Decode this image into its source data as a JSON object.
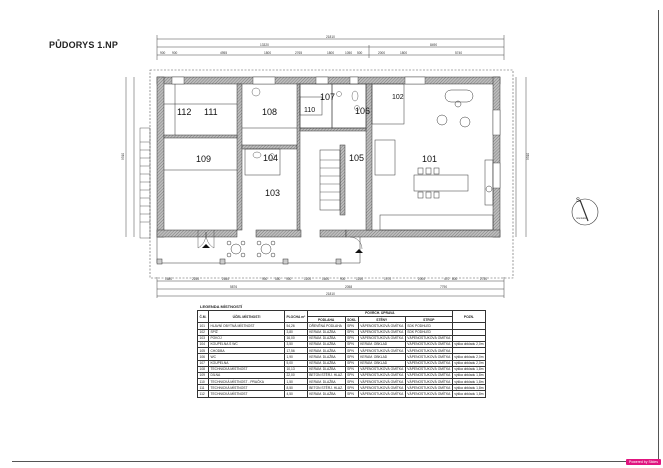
{
  "title": "PŮDORYS 1.NP",
  "dimensions": {
    "top_total": "21810",
    "top_left": "13320",
    "top_right": "8490",
    "top_segments": [
      "900",
      "900",
      "4955",
      "1800",
      "2765",
      "1800",
      "1050",
      "500",
      "2000",
      "1800",
      "5740"
    ],
    "bottom_total": "21810",
    "bottom_segments": [
      "1680",
      "2250",
      "2640",
      "900",
      "550",
      "900",
      "1200",
      "1600",
      "900",
      "1250",
      "1970",
      "2000",
      "470",
      "800",
      "2750"
    ],
    "bottom_sub": [
      "5876",
      "2058",
      "7790"
    ],
    "left_total": "9310",
    "right_total": "9310"
  },
  "rooms": [
    {
      "num": "101",
      "label": "101"
    },
    {
      "num": "102",
      "label": "102"
    },
    {
      "num": "103",
      "label": "103"
    },
    {
      "num": "104",
      "label": "104"
    },
    {
      "num": "105",
      "label": "105"
    },
    {
      "num": "106",
      "label": "106"
    },
    {
      "num": "107",
      "label": "107"
    },
    {
      "num": "108",
      "label": "108"
    },
    {
      "num": "109",
      "label": "109"
    },
    {
      "num": "110",
      "label": "110"
    },
    {
      "num": "111",
      "label": "111"
    },
    {
      "num": "112",
      "label": "112"
    }
  ],
  "orientation_label": "orientation",
  "legend": {
    "title": "LEGENDA MÍSTNOSTÍ",
    "headers": {
      "cislo": "Č.M.",
      "ucel": "ÚČEL MÍSTNOSTI",
      "plocha": "PLOCHA m²",
      "povrch": "POVRCH. ÚPRAVA",
      "podlaha": "PODLAHA",
      "sokl": "SOKL",
      "steny": "STĚNY",
      "strop": "STROP",
      "pozn": "POZN."
    },
    "rows": [
      {
        "c": "101",
        "u": "HLAVNÍ OBYTNÁ MÍSTNOST",
        "p": "54,26",
        "pod": "DŘEVĚNÁ PODLAHA",
        "s": "SPN",
        "st": "VÁPENOSTUKOVÁ OMÍTKA",
        "str": "SDK PODHLED",
        "pz": ""
      },
      {
        "c": "102",
        "u": "SPÍŽ",
        "p": "3,80",
        "pod": "KERAM. DLAŽBA",
        "s": "SPN",
        "st": "VÁPENOSTUKOVÁ OMÍTKA",
        "str": "SDK PODHLED",
        "pz": ""
      },
      {
        "c": "103",
        "u": "POKOJ",
        "p": "16,00",
        "pod": "KERAM. DLAŽBA",
        "s": "SPN",
        "st": "VÁPENOSTUKOVÁ OMÍTKA",
        "str": "VÁPENOSTUKOVÁ OMÍTKA",
        "pz": ""
      },
      {
        "c": "104",
        "u": "KOUPELNA S WC",
        "p": "3,50",
        "pod": "KERAM. DLAŽBA",
        "s": "SPN",
        "st": "KERAM. OBKLAD",
        "str": "VÁPENOSTUKOVÁ OMÍTKA",
        "pz": "výška obkladu 2,0m"
      },
      {
        "c": "105",
        "u": "CHODBA",
        "p": "17,56",
        "pod": "KERAM. DLAŽBA",
        "s": "SPN",
        "st": "VÁPENOSTUKOVÁ OMÍTKA",
        "str": "VÁPENOSTUKOVÁ OMÍTKA",
        "pz": ""
      },
      {
        "c": "106",
        "u": "WC",
        "p": "1,90",
        "pod": "KERAM. DLAŽBA",
        "s": "SPN",
        "st": "KERAM. OBKLAD",
        "str": "VÁPENOSTUKOVÁ OMÍTKA",
        "pz": "výška obkladu 2,0m"
      },
      {
        "c": "107",
        "u": "KOUPELNA",
        "p": "5,00",
        "pod": "KERAM. DLAŽBA",
        "s": "SPN",
        "st": "KERAM. OBKLAD",
        "str": "VÁPENOSTUKOVÁ OMÍTKA",
        "pz": "výška obkladu 2,0m"
      },
      {
        "c": "108",
        "u": "TECHNICKÁ MÍSTNOST",
        "p": "10,13",
        "pod": "KERAM. DLAŽBA",
        "s": "SPN",
        "st": "VÁPENOSTUKOVÁ OMÍTKA",
        "str": "VÁPENOSTUKOVÁ OMÍTKA",
        "pz": "výška obkladu 1,8m"
      },
      {
        "c": "109",
        "u": "DÍLNA",
        "p": "22,00",
        "pod": "BETON STĚRJ. HLAZ.",
        "s": "SPN",
        "st": "VÁPENOSTUKOVÁ OMÍTKA",
        "str": "VÁPENOSTUKOVÁ OMÍTKA",
        "pz": "výška obkladu 1,8m"
      },
      {
        "c": "110",
        "u": "TECHNICKÁ MÍSTNOST - PRAČKA",
        "p": "1,50",
        "pod": "KERAM. DLAŽBA",
        "s": "SPN",
        "st": "VÁPENOSTUKOVÁ OMÍTKA",
        "str": "VÁPENOSTUKOVÁ OMÍTKA",
        "pz": "výška obkladu 1,8m"
      },
      {
        "c": "111",
        "u": "TECHNICKÁ MÍSTNOST",
        "p": "8,50",
        "pod": "BETON STĚRJ. HLAZ.",
        "s": "SPN",
        "st": "VÁPENOSTUKOVÁ OMÍTKA",
        "str": "VÁPENOSTUKOVÁ OMÍTKA",
        "pz": "výška obkladu 1,8m"
      },
      {
        "c": "112",
        "u": "TECHNICKÁ MÍSTNOST",
        "p": "4,50",
        "pod": "KERAM. DLAŽBA",
        "s": "SPN",
        "st": "VÁPENOSTUKOVÁ OMÍTKA",
        "str": "VÁPENOSTUKOVÁ OMÍTKA",
        "pz": "výška obkladu 1,8m"
      }
    ]
  },
  "badge": "Powered by Slides"
}
